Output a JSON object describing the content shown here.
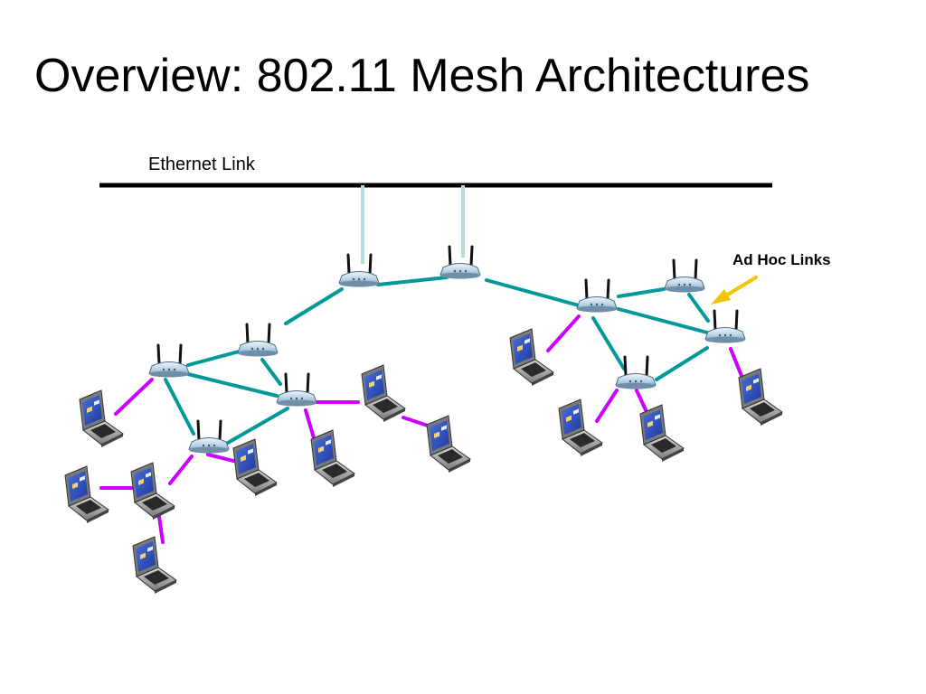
{
  "slide": {
    "title": "Overview: 802.11 Mesh Architectures"
  },
  "labels": {
    "ethernet_link": "Ethernet Link",
    "ad_hoc_links": "Ad Hoc Links"
  },
  "colors": {
    "ethernet": "#000000",
    "uplink": "#b4dde0",
    "mesh_link": "#009999",
    "client_link": "#cc00ff",
    "arrow": "#f5c400"
  },
  "icons": {
    "access_point": "wireless-access-point-icon",
    "client": "laptop-computer-icon"
  }
}
